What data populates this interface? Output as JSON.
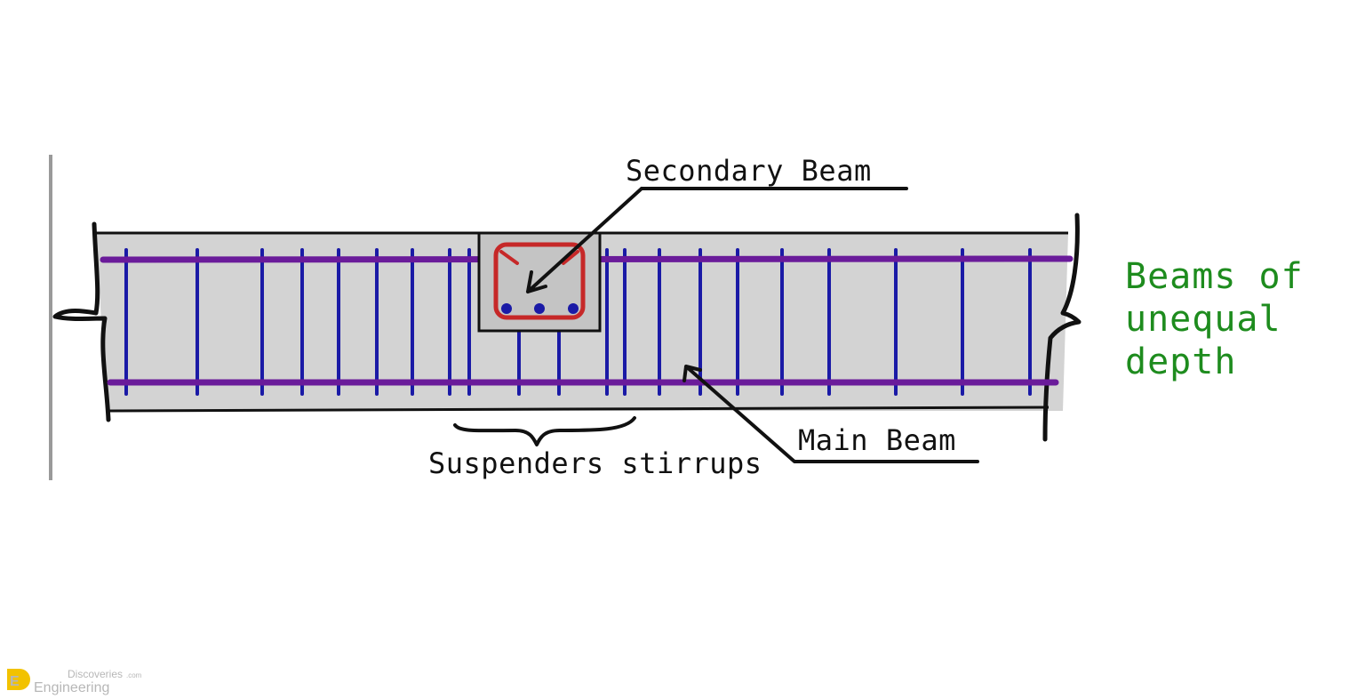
{
  "labels": {
    "secondary_beam": "Secondary Beam",
    "main_beam": "Main Beam",
    "suspenders": "Suspenders stirrups"
  },
  "note": {
    "line1": "Beams of",
    "line2": "unequal",
    "line3": "depth"
  },
  "watermark": {
    "brand_top": "Discoveries",
    "brand_suffix": ".com",
    "brand_bottom": "Engineering",
    "logo_letter": "E"
  },
  "colors": {
    "concrete": "#d3d3d3",
    "outline": "#111111",
    "longitudinal_bar": "#6a1b9a",
    "stirrup": "#1a1aa6",
    "secondary_stirrup": "#c62828",
    "note": "#1e8c1e",
    "logo": "#f2c200"
  }
}
